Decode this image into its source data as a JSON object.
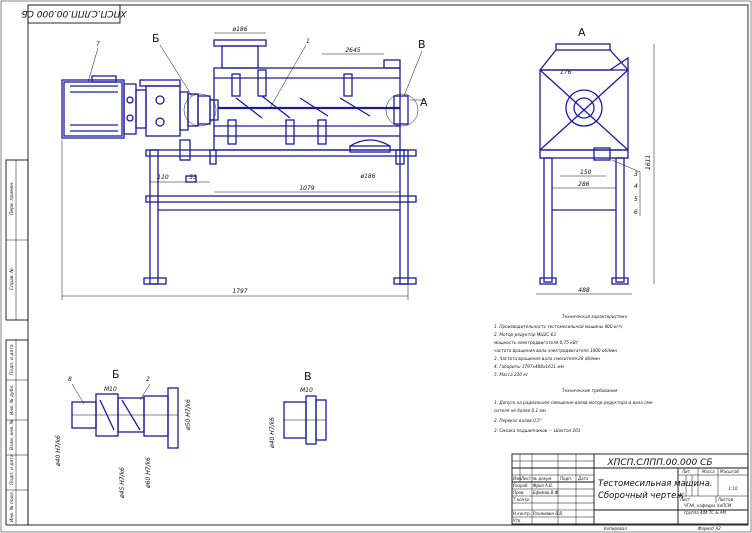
{
  "drawing": {
    "top_code": "ХПСП.СЛПП.00.000 СБ",
    "title_code": "ХПСП.СЛПП.00.000 СБ",
    "title_name_line1": "Тестомесильная машина.",
    "title_name_line2": "Сборочный чертеж",
    "scale": "1:10",
    "university_line1": "ЧГАА, кафедра ХиПСМ",
    "university_line2": "группа 444 ТС & АМ",
    "copied": "Копировал",
    "format": "Формат   А2",
    "sheet": "Лист",
    "sheets": "Листов"
  },
  "views": {
    "section_A_top": "А",
    "section_A_arrow": "А",
    "section_B_label": "Б",
    "section_V_label": "В",
    "detail_B_label": "Б",
    "detail_V_label": "В"
  },
  "callouts": {
    "p1": "1",
    "p2": "2",
    "p3": "3",
    "p4": "4",
    "p5": "5",
    "p6": "6",
    "p7": "7",
    "p8": "8"
  },
  "dimensions": {
    "d186_top": "ø186",
    "d2645": "2645",
    "d110": "110",
    "d53": "53",
    "d1079": "1079",
    "d186_low": "ø186",
    "d1797": "1797",
    "d176": "176",
    "d150": "150",
    "d286": "286",
    "d1611": "1611",
    "d488": "488",
    "m10_b": "М10",
    "m10_v": "М10",
    "fit1": "ø40 H7/k6",
    "fit2": "ø45 H7/k6",
    "fit3": "ø60 H7/k6",
    "fit4": "ø50 H7/k6",
    "fit5": "ø40 H7/k6"
  },
  "technical_characteristics": {
    "heading": "Техническая характеристика",
    "lines": [
      "1. Производительность тестомесильной машины              400 кг/ч",
      "2. Мотор-редуктор МЦ2С-63",
      "       мощность электродвигателя                          0,75 кВт",
      "       частота вращения вала электродвигателя     1000 об/мин",
      "3. Частота вращения вала смесителя                          28 об/мин",
      "4. Габариты                                                 1797x488x1611 мм",
      "5. Масса                                                    230 кг"
    ]
  },
  "technical_requirements": {
    "heading": "Технические требования",
    "lines": [
      "1. Допуск на радиальное смещение валов мотор-редуктора и вала сме-",
      "   сителя не более 0,1 мм",
      "2. Перекос валов 0,5°",
      "3. Смазка подшипников — Шоктол 201"
    ]
  },
  "title_block_roles": {
    "r1": "Изм.",
    "r2": "Лист",
    "r3": "№ докум.",
    "r4": "Подп.",
    "r5": "Дата",
    "dev": "Разраб.",
    "dev_name": "Фриз А.В.",
    "chk": "Пров.",
    "chk_name": "Ефимов В.Ф.",
    "tctrl": "Т.контр.",
    "nctrl": "Н.контр.",
    "nctrl_name": "Ранжевин В.В.",
    "appr": "Утв.",
    "lit": "Лит.",
    "mass": "Масса",
    "scale_h": "Масштаб"
  },
  "side_strip": {
    "s1": "Перв. примен.",
    "s2": "Справ. №",
    "s3": "Подп. и дата",
    "s4": "Инв. № дубл.",
    "s5": "Взам. инв. №",
    "s6": "Подп. и дата",
    "s7": "Инв. № подл."
  }
}
